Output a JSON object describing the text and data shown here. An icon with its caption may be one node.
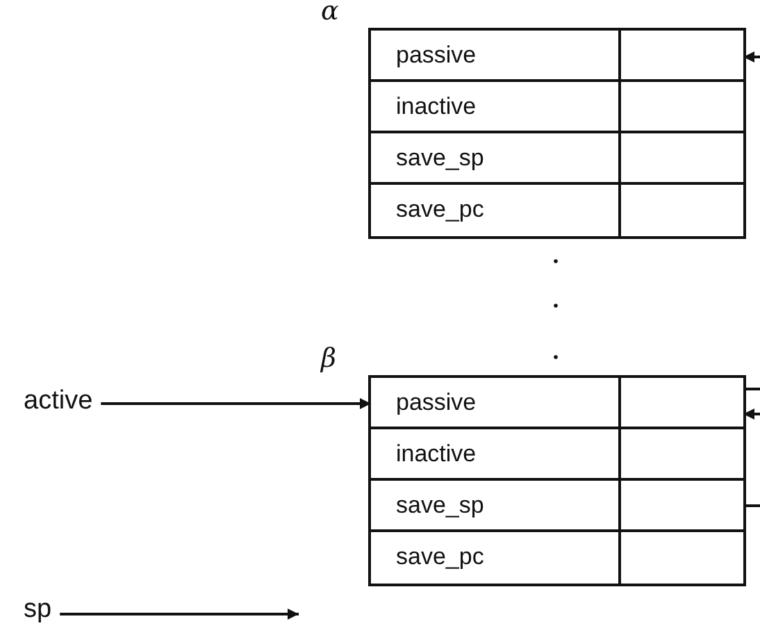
{
  "diagram": {
    "nodes": [
      {
        "text": [
          "α"
        ]
      },
      {
        "text": [
          "passive"
        ],
        "in": 0
      },
      {
        "text": [
          "inactive"
        ],
        "in": 0
      },
      {
        "text": [
          "save_sp"
        ],
        "in": 0
      },
      {
        "text": [
          "save_pc"
        ],
        "in": 0
      },
      {
        "text": [
          "β"
        ]
      },
      {
        "text": [
          "passive"
        ],
        "in": 5
      },
      {
        "text": [
          "inactive"
        ],
        "in": 5
      },
      {
        "text": [
          "save_sp"
        ],
        "in": 5
      },
      {
        "text": [
          "save_pc"
        ],
        "in": 5
      },
      {
        "text": [
          "active"
        ]
      },
      {
        "text": [
          "sp"
        ]
      }
    ],
    "edges": [
      {
        "from": null,
        "to": 1,
        "arrow": "to"
      },
      {
        "from": 10,
        "to": 6,
        "arrow": "to"
      },
      {
        "from": 6,
        "to": null,
        "arrow": "none"
      },
      {
        "from": null,
        "to": 6,
        "arrow": "to"
      },
      {
        "from": 8,
        "to": null,
        "arrow": "none"
      },
      {
        "from": 11,
        "to": null,
        "arrow": "to"
      }
    ]
  }
}
